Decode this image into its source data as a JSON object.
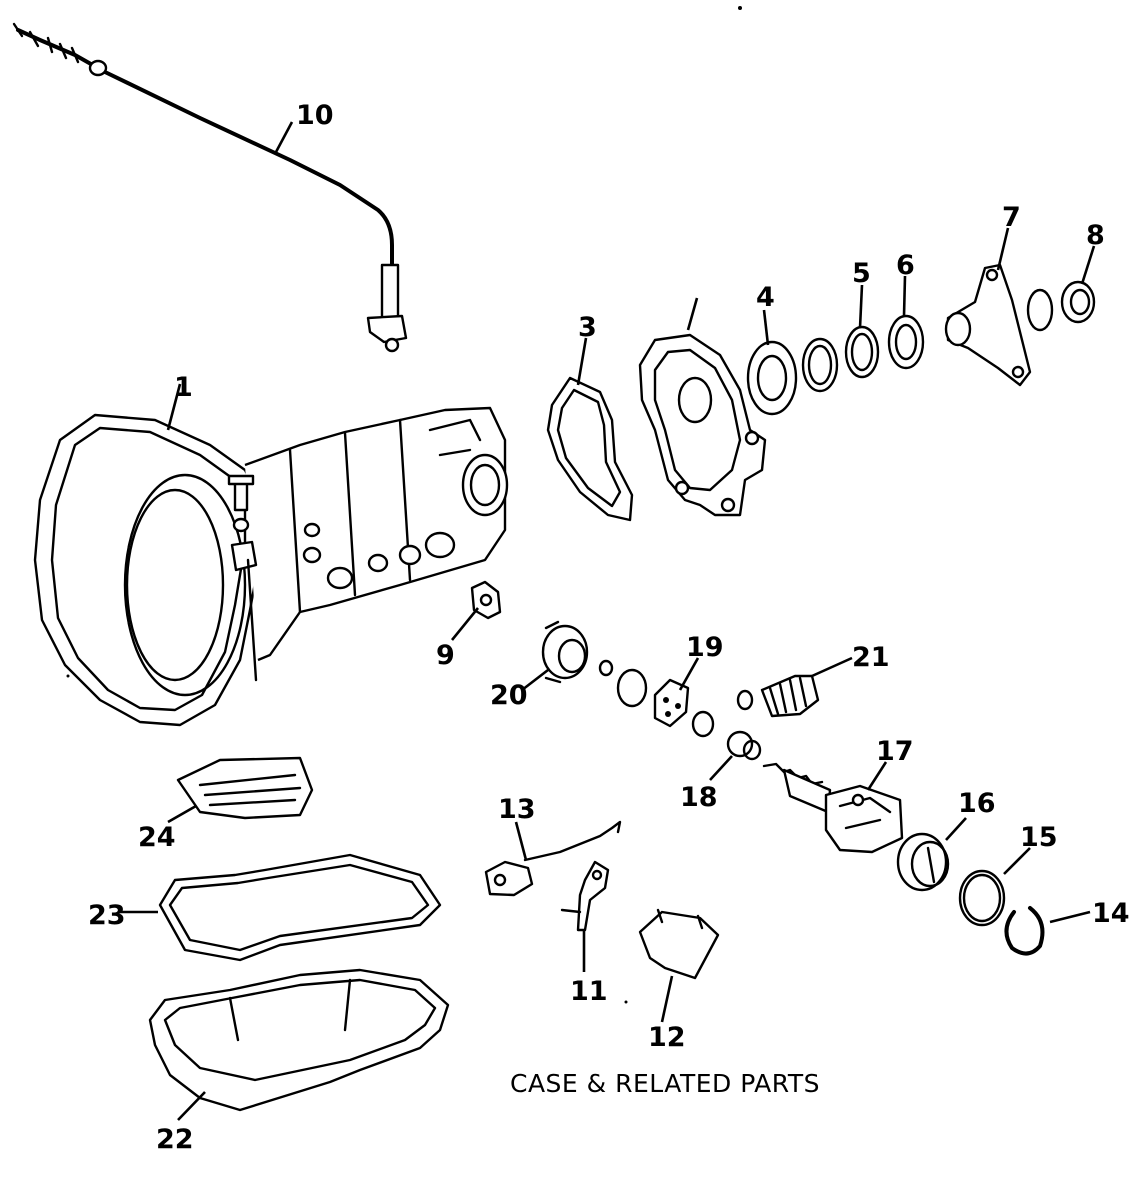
{
  "diagram": {
    "caption": "CASE & RELATED PARTS",
    "callouts": {
      "c1": "1",
      "c3": "3",
      "c4": "4",
      "c5": "5",
      "c6": "6",
      "c7": "7",
      "c8": "8",
      "c9": "9",
      "c10": "10",
      "c11": "11",
      "c12": "12",
      "c13": "13",
      "c14": "14",
      "c15": "15",
      "c16": "16",
      "c17": "17",
      "c18": "18",
      "c19": "19",
      "c20": "20",
      "c21": "21",
      "c22": "22",
      "c23": "23",
      "c24": "24"
    }
  }
}
